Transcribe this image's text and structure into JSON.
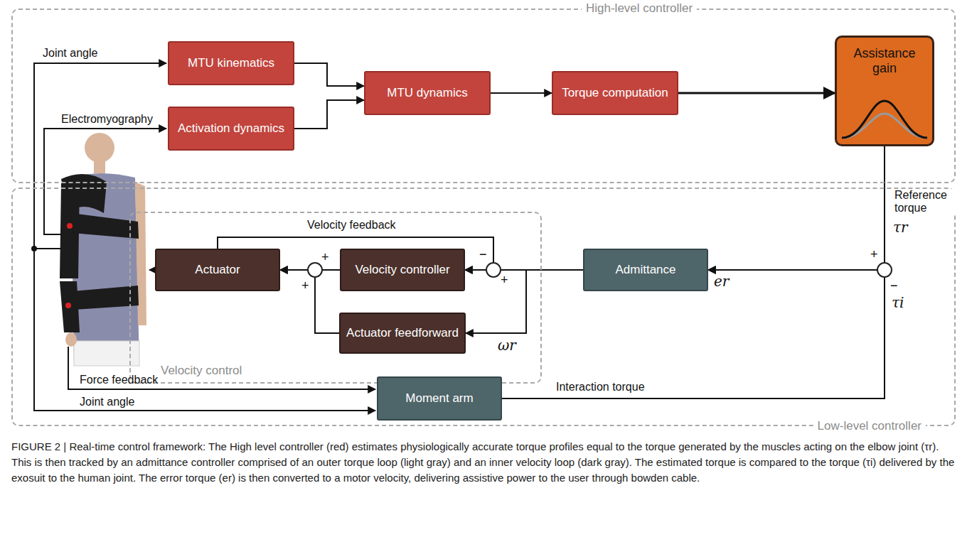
{
  "diagram": {
    "caption": "FIGURE 2 | Real-time control framework: The High level controller (red) estimates physiologically accurate torque profiles equal to the torque generated by the muscles acting on the elbow joint (τr). This is then tracked by an admittance controller comprised of an outer torque loop (light gray) and an inner velocity loop (dark gray). The estimated torque is compared to the torque (τi) delivered by the exosuit to the human joint. The error torque (er) is then converted to a motor velocity, delivering assistive power to the user through bowden cable.",
    "nodes": [
      {
        "text": [
          "High-level controller"
        ]
      },
      {
        "text": [
          "MTU kinematics"
        ],
        "in": 0
      },
      {
        "text": [
          "Activation dynamics"
        ],
        "in": 0
      },
      {
        "text": [
          "MTU dynamics"
        ],
        "in": 0
      },
      {
        "text": [
          "Torque computation"
        ],
        "in": 0
      },
      {
        "text": [
          "Assistance gain"
        ],
        "in": 0
      },
      {
        "text": [
          "Low-level controller"
        ]
      },
      {
        "text": [
          "Velocity control"
        ],
        "in": 6
      },
      {
        "text": [
          "Actuator"
        ],
        "in": 7
      },
      {
        "text": [
          "Velocity controller"
        ],
        "in": 7
      },
      {
        "text": [
          "Actuator feedforward"
        ],
        "in": 7
      },
      {
        "text": [
          "Admittance"
        ],
        "in": 6
      },
      {
        "text": [
          "Moment arm"
        ],
        "in": 6
      }
    ],
    "edges": [
      {
        "from": 1,
        "to": 3,
        "arrow": "to"
      },
      {
        "from": 2,
        "to": 3,
        "arrow": "to"
      },
      {
        "from": 3,
        "to": 4,
        "arrow": "to"
      },
      {
        "from": 4,
        "to": 5,
        "arrow": "to"
      },
      {
        "from": 5,
        "to": 11,
        "label": "Reference torque",
        "arrow": "to"
      },
      {
        "from": 12,
        "to": 11,
        "label": "Interaction torque",
        "arrow": "to"
      },
      {
        "from": 11,
        "to": 9,
        "arrow": "to"
      },
      {
        "from": 11,
        "to": 10,
        "arrow": "to"
      },
      {
        "from": 9,
        "to": 8,
        "arrow": "to"
      },
      {
        "from": 10,
        "to": 8,
        "arrow": "to"
      },
      {
        "from": 8,
        "to": 9,
        "label": "Velocity feedback",
        "arrow": "to"
      }
    ],
    "labels": [
      "Joint angle",
      "Electromyography",
      "Force feedback",
      "Joint angle",
      "τr",
      "+",
      "−",
      "τi",
      "er",
      "ωr",
      "−",
      "+",
      "+",
      "+"
    ]
  }
}
